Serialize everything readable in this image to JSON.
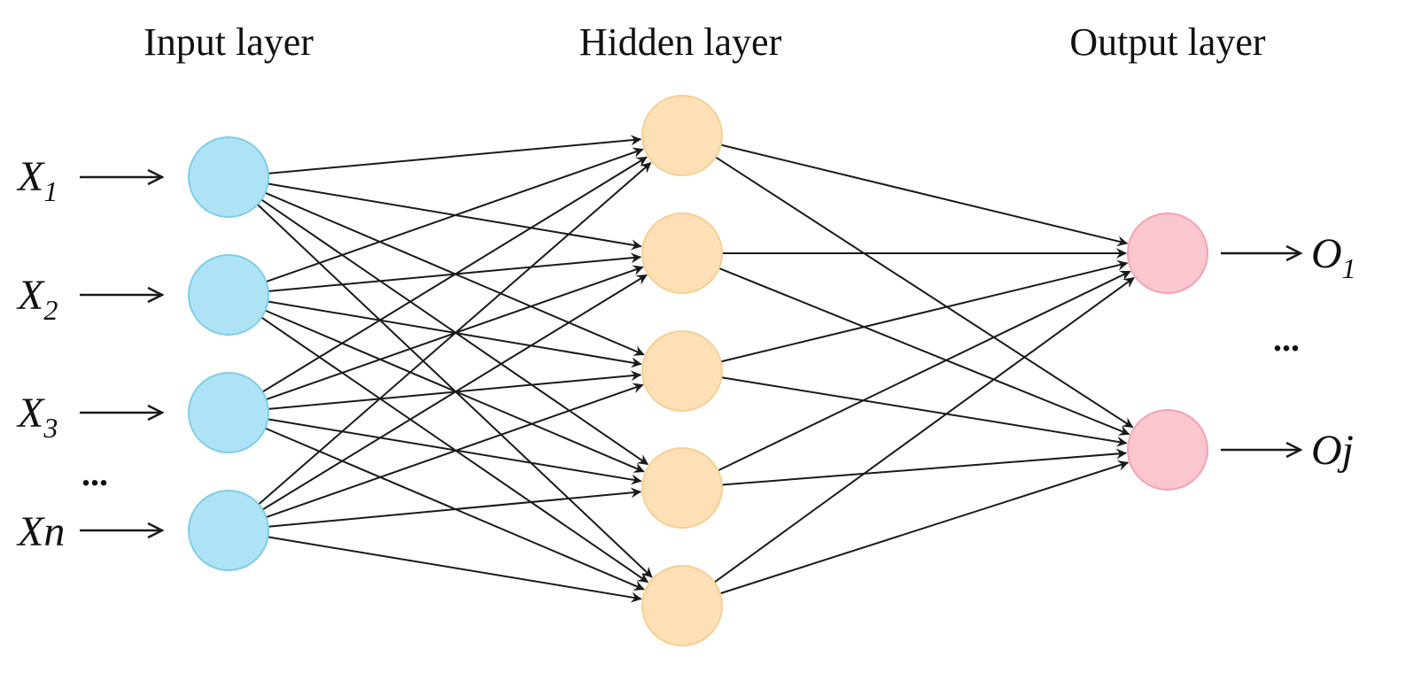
{
  "layers": {
    "input": {
      "title": "Input layer",
      "color": "#aee3f5",
      "stroke": "#7fcde8",
      "nodes": [
        {
          "main": "X",
          "sub": "1"
        },
        {
          "main": "X",
          "sub": "2"
        },
        {
          "main": "X",
          "sub": "3"
        },
        {
          "main": "Xn",
          "sub": ""
        }
      ],
      "ellipsis": "..."
    },
    "hidden": {
      "title": "Hidden layer",
      "color": "#fde0b5",
      "stroke": "#f6cf94",
      "node_count": 5
    },
    "output": {
      "title": "Output layer",
      "color": "#fbc6cf",
      "stroke": "#f3a2b1",
      "nodes": [
        {
          "main": "O",
          "sub": "1"
        },
        {
          "main": "Oj",
          "sub": ""
        }
      ],
      "ellipsis": "..."
    }
  }
}
